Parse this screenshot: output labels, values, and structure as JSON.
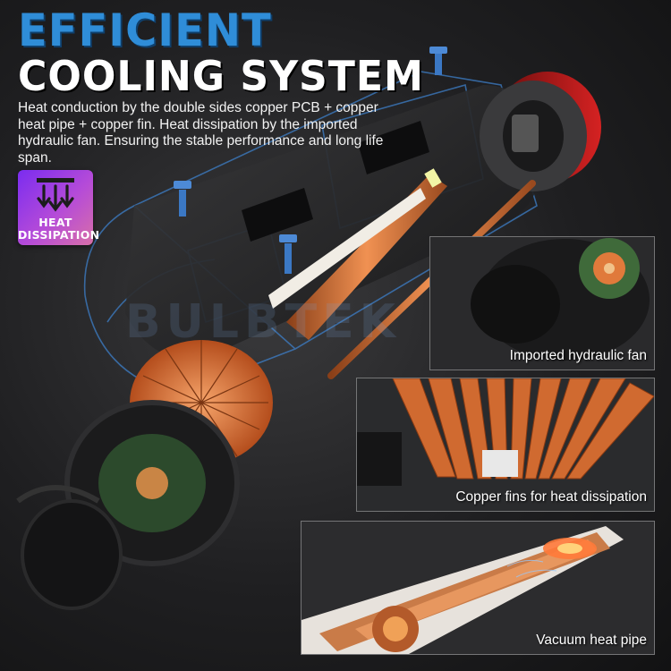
{
  "headline": {
    "line1": "EFFICIENT",
    "line2": "COOLING SYSTEM"
  },
  "description": "Heat conduction by the double sides copper PCB + copper heat pipe + copper fin. Heat dissipation by the imported hydraulic fan. Ensuring the stable performance and long life span.",
  "badge": {
    "line1": "HEAT",
    "line2": "DISSIPATION",
    "icon": "heat-dissipation-arrows-icon"
  },
  "watermark": {
    "text": "BULBTEK",
    "mark": "®"
  },
  "callouts": [
    {
      "caption": "Imported hydraulic fan"
    },
    {
      "caption": "Copper fins for heat dissipation"
    },
    {
      "caption": "Vacuum heat pipe"
    }
  ],
  "colors": {
    "headline_blue": "#2f8dd8",
    "copper": "#d9773f",
    "badge_gradient_start": "#7a2cf0",
    "badge_gradient_end": "#d86fa8",
    "wireframe_blue": "#3d7fc9"
  }
}
